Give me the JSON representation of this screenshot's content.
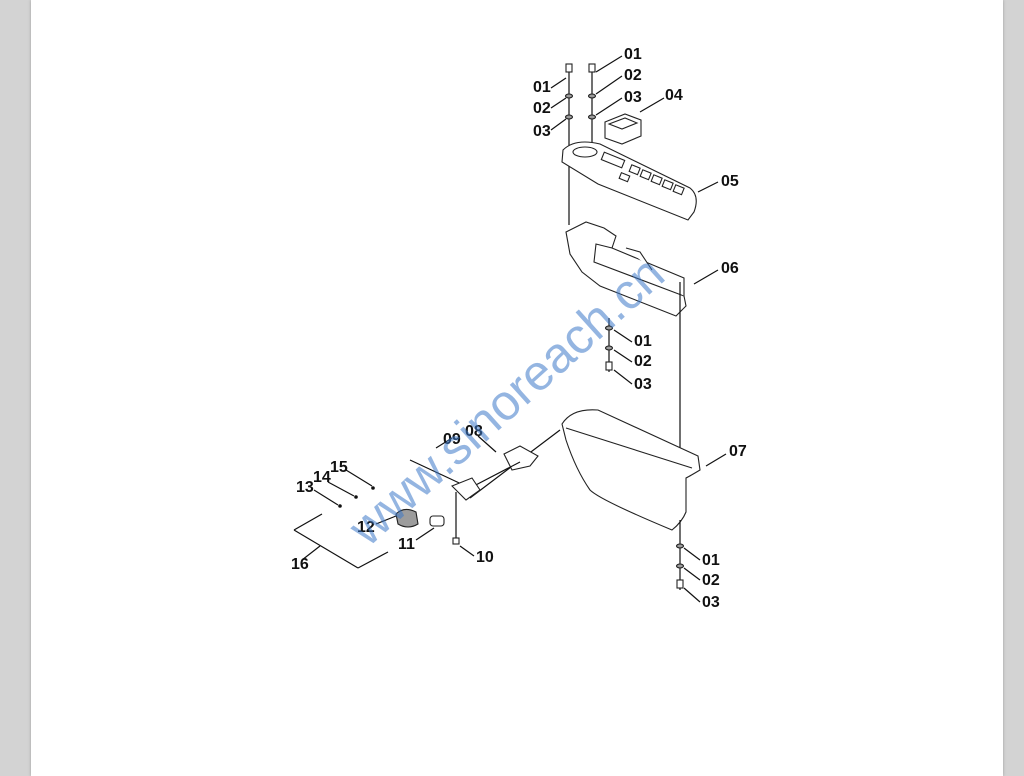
{
  "diagram": {
    "watermark": "www.sinoreach.cn",
    "labels": {
      "l01a": "01",
      "l02a": "02",
      "l03a": "03",
      "l01b": "01",
      "l02b": "02",
      "l03b": "03",
      "l04": "04",
      "l05": "05",
      "l06": "06",
      "l01c": "01",
      "l02c": "02",
      "l03c": "03",
      "l07": "07",
      "l08": "08",
      "l09": "09",
      "l10": "10",
      "l11": "11",
      "l12": "12",
      "l13": "13",
      "l14": "14",
      "l15": "15",
      "l16": "16",
      "l01d": "01",
      "l02d": "02",
      "l03d": "03"
    }
  }
}
